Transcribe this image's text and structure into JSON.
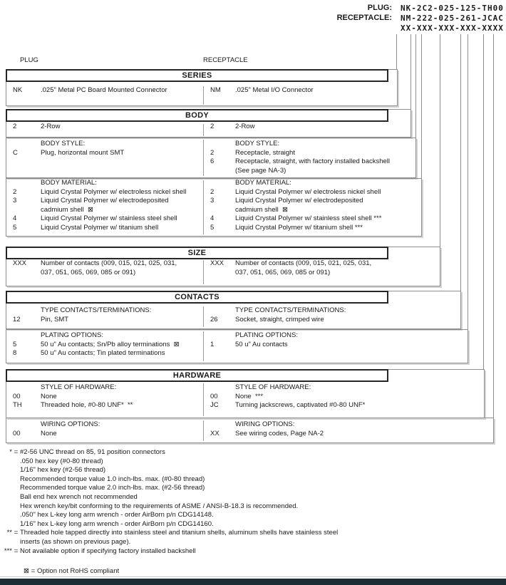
{
  "pn_header": {
    "rows": [
      {
        "label": "PLUG:",
        "value": "NK-2C2-025-125-TH00"
      },
      {
        "label": "RECEPTACLE:",
        "value": "NM-222-025-261-JCAC"
      },
      {
        "label": "",
        "value": "XX-XXX-XXX-XXX-XXXX"
      }
    ]
  },
  "column_headings": {
    "left": "PLUG",
    "right": "RECEPTACLE"
  },
  "sections": [
    {
      "title": "SERIES",
      "parts": [
        {
          "left": {
            "rows": [
              {
                "code": "NK",
                "desc": ".025\" Metal PC Board Mounted Connector"
              }
            ]
          },
          "right": {
            "rows": [
              {
                "code": "NM",
                "desc": ".025\" Metal I/O Connector"
              }
            ]
          }
        }
      ]
    },
    {
      "title": "BODY",
      "parts": [
        {
          "left": {
            "rows": [
              {
                "code": "2",
                "desc": "2-Row"
              }
            ]
          },
          "right": {
            "rows": [
              {
                "code": "2",
                "desc": "2-Row"
              }
            ]
          }
        },
        {
          "left": {
            "label": "BODY STYLE:",
            "rows": [
              {
                "code": "C",
                "desc": "Plug, horizontal mount SMT"
              }
            ]
          },
          "right": {
            "label": "BODY STYLE:",
            "rows": [
              {
                "code": "2",
                "desc": "Receptacle, straight"
              },
              {
                "code": "6",
                "desc": "Receptacle, straight, with factory installed backshell\n(See page NA-3)"
              }
            ]
          }
        },
        {
          "left": {
            "label": "BODY MATERIAL:",
            "rows": [
              {
                "code": "2",
                "desc": "Liquid Crystal Polymer w/ electroless nickel shell"
              },
              {
                "code": "3",
                "desc": "Liquid Crystal Polymer w/ electrodeposited\ncadmium shell  ⊠"
              },
              {
                "code": "4",
                "desc": "Liquid Crystal Polymer w/ stainless steel shell"
              },
              {
                "code": "5",
                "desc": "Liquid Crystal Polymer w/ titanium shell"
              }
            ]
          },
          "right": {
            "label": "BODY MATERIAL:",
            "rows": [
              {
                "code": "2",
                "desc": "Liquid Crystal Polymer w/ electroless nickel shell"
              },
              {
                "code": "3",
                "desc": "Liquid Crystal Polymer w/ electrodeposited\ncadmium shell  ⊠"
              },
              {
                "code": "4",
                "desc": "Liquid Crystal Polymer w/ stainless steel shell ***"
              },
              {
                "code": "5",
                "desc": "Liquid Crystal Polymer w/ titanium shell ***"
              }
            ]
          }
        }
      ]
    },
    {
      "title": "SIZE",
      "parts": [
        {
          "left": {
            "rows": [
              {
                "code": "XXX",
                "desc": "Number of contacts (009, 015, 021, 025, 031,\n037, 051, 065, 069, 085 or 091)"
              }
            ]
          },
          "right": {
            "rows": [
              {
                "code": "XXX",
                "desc": "Number of contacts (009, 015, 021, 025, 031,\n037, 051, 065, 069, 085 or 091)"
              }
            ]
          }
        }
      ]
    },
    {
      "title": "CONTACTS",
      "parts": [
        {
          "left": {
            "label": "TYPE CONTACTS/TERMINATIONS:",
            "rows": [
              {
                "code": "12",
                "desc": "Pin, SMT"
              }
            ]
          },
          "right": {
            "label": "TYPE CONTACTS/TERMINATIONS:",
            "rows": [
              {
                "code": "26",
                "desc": "Socket, straight, crimped wire"
              }
            ]
          }
        },
        {
          "left": {
            "label": "PLATING OPTIONS:",
            "rows": [
              {
                "code": "5",
                "desc": "50 u\" Au contacts; Sn/Pb alloy terminations  ⊠"
              },
              {
                "code": "8",
                "desc": "50 u\" Au contacts; Tin plated terminations"
              }
            ]
          },
          "right": {
            "label": "PLATING OPTIONS:",
            "rows": [
              {
                "code": "1",
                "desc": "50 u\" Au contacts"
              }
            ]
          }
        }
      ]
    },
    {
      "title": "HARDWARE",
      "parts": [
        {
          "left": {
            "label": "STYLE OF HARDWARE:",
            "rows": [
              {
                "code": "00",
                "desc": "None"
              },
              {
                "code": "TH",
                "desc": "Threaded hole, #0-80 UNF*  **"
              }
            ]
          },
          "right": {
            "label": "STYLE OF HARDWARE:",
            "rows": [
              {
                "code": "00",
                "desc": "None  ***"
              },
              {
                "code": "JC",
                "desc": "Turning jackscrews, captivated #0-80 UNF*"
              }
            ]
          }
        },
        {
          "left": {
            "label": "WIRING OPTIONS:",
            "rows": [
              {
                "code": "00",
                "desc": "None"
              }
            ]
          },
          "right": {
            "label": "WIRING OPTIONS:",
            "rows": [
              {
                "code": "XX",
                "desc": "See wiring codes, Page NA-2"
              }
            ]
          }
        }
      ]
    }
  ],
  "footnote_eq": "=",
  "footnotes": [
    {
      "marker": "*",
      "text": "#2-56 UNC thread on 85, 91 position connectors"
    },
    {
      "marker": "",
      "text": ".050 hex key (#0-80 thread)"
    },
    {
      "marker": "",
      "text": "1/16\" hex key (#2-56 thread)"
    },
    {
      "marker": "",
      "text": "Recommended torque value 1.0 inch-lbs. max. (#0-80 thread)"
    },
    {
      "marker": "",
      "text": "Recommended torque value 2.0 inch-lbs. max. (#2-56 thread)"
    },
    {
      "marker": "",
      "text": "Ball end hex wrench not recommended"
    },
    {
      "marker": "",
      "text": "Hex wrench key/bit conforming to the requirements of ASME / ANSI-B-18.3 is recommended."
    },
    {
      "marker": "",
      "text": ".050\" hex L-key long arm wrench - order AirBorn p/n CDG14148."
    },
    {
      "marker": "",
      "text": "1/16\" hex L-key long arm wrench - order AirBorn p/n CDG14160."
    },
    {
      "marker": "**",
      "text": "Threaded hole tapped directly into stainless steel and titanium shells, aluminum shells have stainless steel"
    },
    {
      "marker": "",
      "text": "inserts (as shown on previous page)."
    },
    {
      "marker": "***",
      "text": "Not available option if specifying factory installed backshell"
    }
  ],
  "rohs_note": {
    "marker": "⊠",
    "text": "Option not RoHS compliant"
  },
  "colors": {
    "bottom_bar": "#1c2d36"
  }
}
